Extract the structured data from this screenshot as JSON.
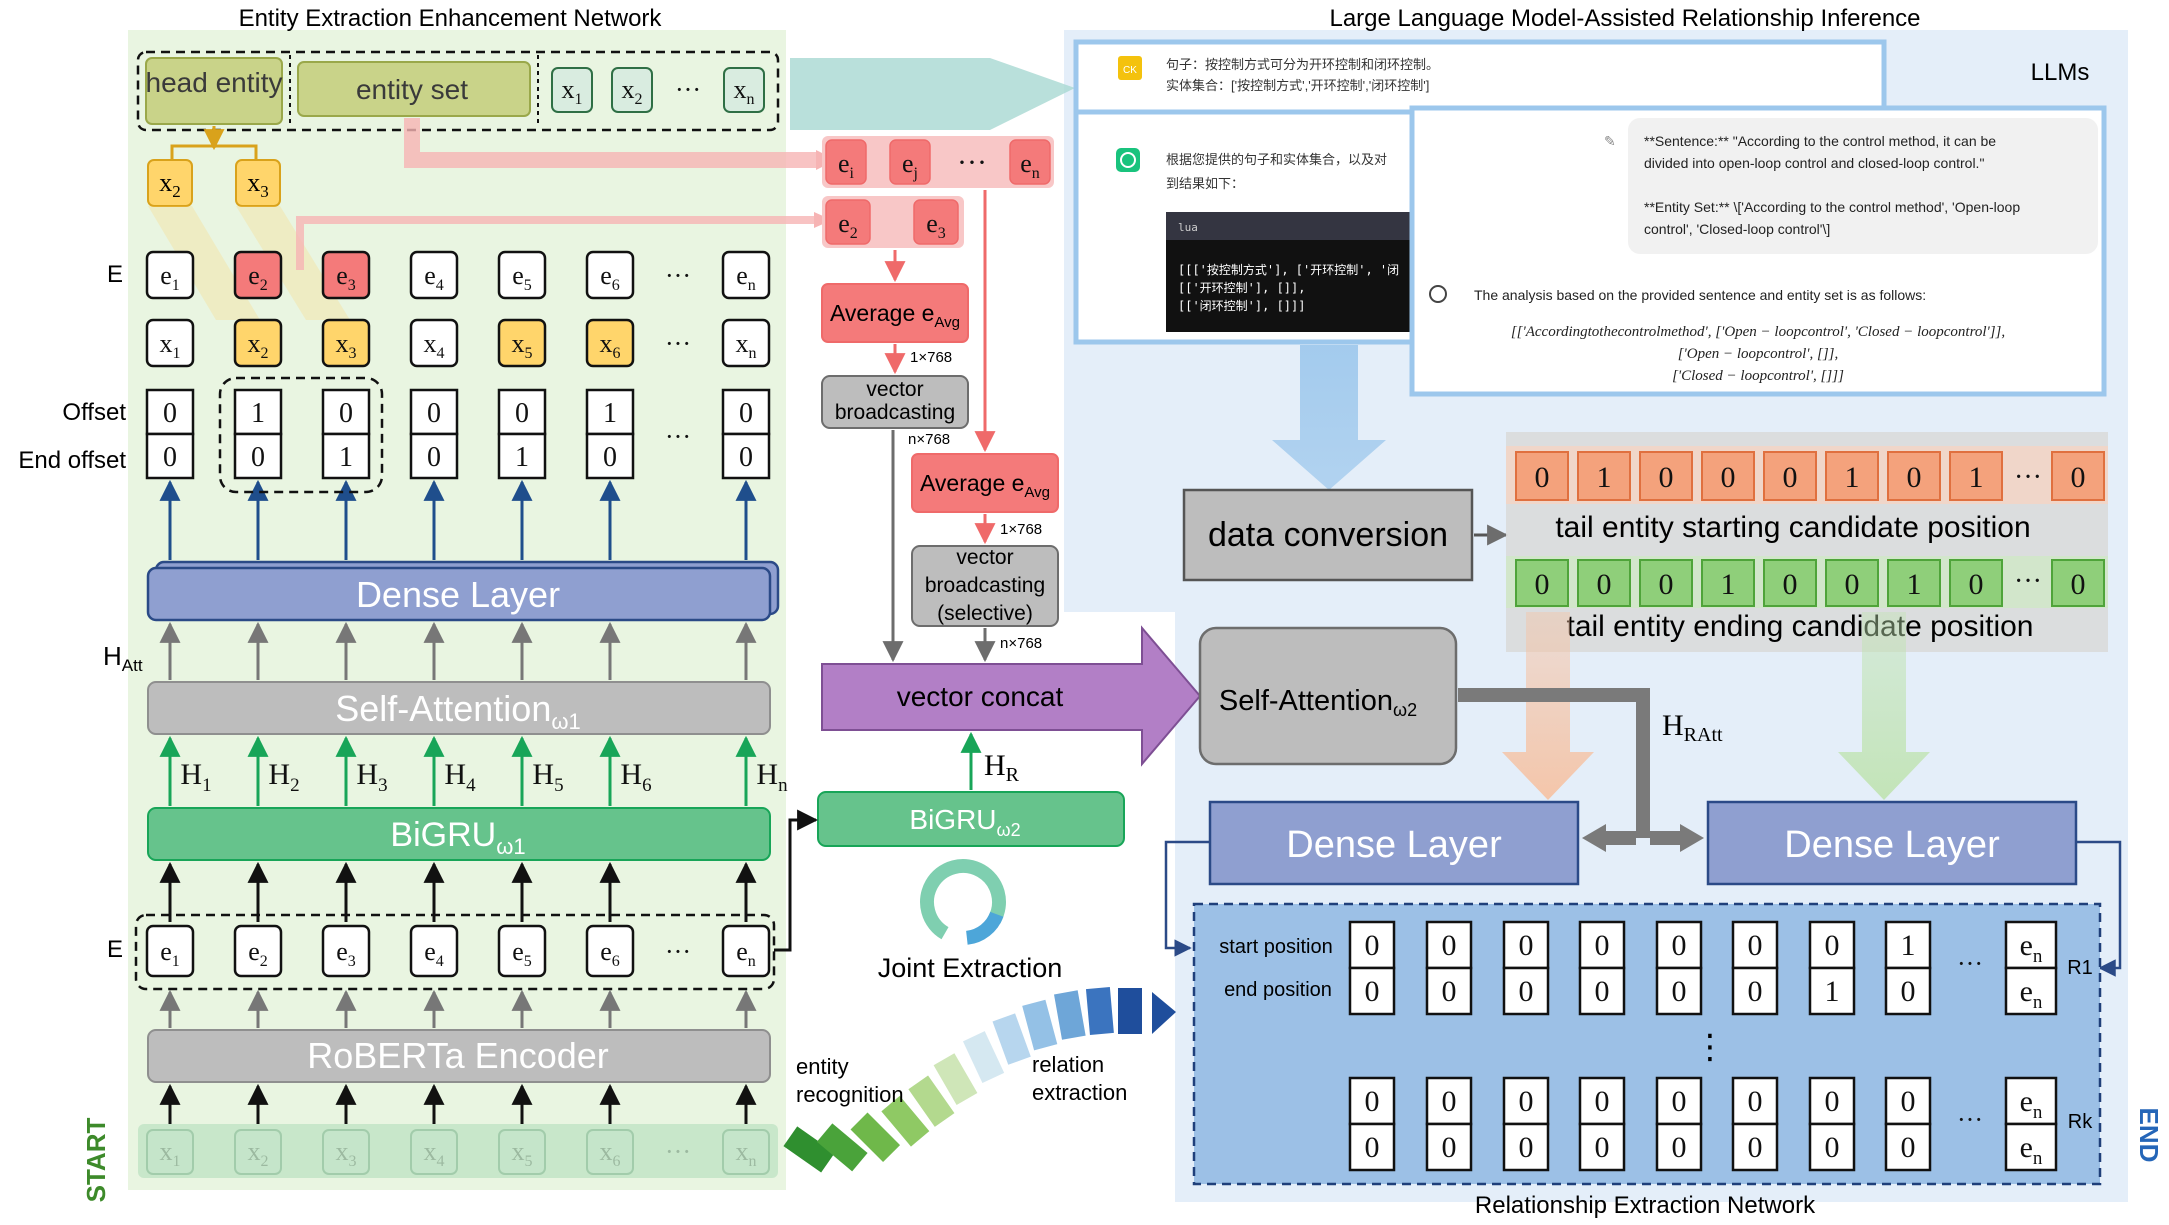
{
  "titles": {
    "left": "Entity Extraction Enhancement Network",
    "right": "Large Language Model-Assisted Relationship Inference",
    "bottom": "Relationship Extraction Network"
  },
  "side_labels": {
    "start": "START",
    "end": "END"
  },
  "left": {
    "head_entity": "head entity",
    "entity_set": "entity set",
    "x_tokens": [
      "x1",
      "x2",
      "x3",
      "x4",
      "x5",
      "x6",
      "xn"
    ],
    "e_tokens": [
      "e1",
      "e2",
      "e3",
      "e4",
      "e5",
      "e6",
      "en"
    ],
    "row_labels": {
      "e": "E",
      "offset": "Offset",
      "end_offset": "End offset",
      "h_att": "HAtt"
    },
    "offset": [
      "0",
      "1",
      "0",
      "0",
      "0",
      "1",
      "0"
    ],
    "end_offset": [
      "0",
      "0",
      "1",
      "0",
      "1",
      "0",
      "0"
    ],
    "h_labels": [
      "H1",
      "H2",
      "H3",
      "H4",
      "H5",
      "H6",
      "Hn"
    ],
    "dense": "Dense Layer",
    "self_attention": "Self-Attention",
    "self_attention_sub": "ω1",
    "bigru": "BiGRU",
    "bigru_sub": "ω1",
    "roberta": "RoBERTa Encoder",
    "ellipsis": "···"
  },
  "middle": {
    "entity_row1": [
      "ei",
      "ej",
      "···",
      "en"
    ],
    "entity_row2": [
      "e2",
      "e3"
    ],
    "avg1": "Average e",
    "avg_sub": "Avg",
    "dim1": "1×768",
    "vb1": [
      "vector",
      "broadcasting"
    ],
    "dimn1": "n×768",
    "avg2": "Average e",
    "dim2": "1×768",
    "vb2": [
      "vector",
      "broadcasting",
      "(selective)"
    ],
    "dimn2": "n×768",
    "concat": "vector concat",
    "hr": "HR",
    "bigru2": "BiGRU",
    "bigru2_sub": "ω2",
    "joint": "Joint Extraction",
    "entity_recognition": [
      "entity",
      "recognition"
    ],
    "relation_extraction": [
      "relation",
      "extraction"
    ]
  },
  "llm": {
    "llms": "LLMs",
    "ck": "CK",
    "prompt_cn": [
      "句子：按控制方式可分为开环控制和闭环控制。",
      "实体集合：['按控制方式','开环控制','闭环控制']"
    ],
    "reply_cn": [
      "根据您提供的句子和实体集合，以及对",
      "到结果如下："
    ],
    "code_lang": "lua",
    "code_lines": [
      "[[['按控制方式'], ['开环控制', '闭",
      "[['开环控制'], []],",
      "[['闭环控制'], []]]"
    ],
    "en_prompt": [
      "**Sentence:** \"According to the control method, it can be",
      "divided into open-loop control and closed-loop control.\"",
      "**Entity Set:** \\['According to the control method', 'Open-loop",
      "control', 'Closed-loop control'\\]"
    ],
    "en_answer": "The analysis based on the provided sentence and entity set is as follows:",
    "en_result": [
      "[['Accordingtothecontrolmethod', ['Open − loopcontrol', 'Closed − loopcontrol']],",
      "['Open − loopcontrol', []],",
      "['Closed − loopcontrol', []]]"
    ]
  },
  "right": {
    "data_conversion": "data conversion",
    "tail_start_values": [
      "0",
      "1",
      "0",
      "0",
      "0",
      "1",
      "0",
      "1",
      "···",
      "0"
    ],
    "tail_start_label": "tail entity starting candidate position",
    "tail_end_values": [
      "0",
      "0",
      "0",
      "1",
      "0",
      "0",
      "1",
      "0",
      "···",
      "0"
    ],
    "tail_end_label": "tail entity ending candidate position",
    "self_attention": "Self-Attention",
    "self_attention_sub": "ω2",
    "h_ratt": "HRAtt",
    "dense1": "Dense Layer",
    "dense2": "Dense Layer",
    "start_position": "start position",
    "end_position": "end position",
    "r1_start": [
      "0",
      "0",
      "0",
      "0",
      "0",
      "0",
      "0",
      "1"
    ],
    "r1_end": [
      "0",
      "0",
      "0",
      "0",
      "0",
      "0",
      "1",
      "0"
    ],
    "rk_start": [
      "0",
      "0",
      "0",
      "0",
      "0",
      "0",
      "0",
      "0"
    ],
    "rk_end": [
      "0",
      "0",
      "0",
      "0",
      "0",
      "0",
      "0",
      "0"
    ],
    "en": "en",
    "r1": "R1",
    "rk": "Rk",
    "vdots": "⋮",
    "ellipsis": "···"
  },
  "colors": {
    "green_bg": "#e9f5e1",
    "blue_bg": "#e4eef9",
    "yellow": "#ffd56b",
    "red": "#f47a7a",
    "pink": "#f8c7c7",
    "gray": "#bdbdbd",
    "dense_blue": "#8f9fd0",
    "bigru_green": "#66c38c",
    "concat_purple": "#b27fc6",
    "orange": "#f4a27c"
  }
}
